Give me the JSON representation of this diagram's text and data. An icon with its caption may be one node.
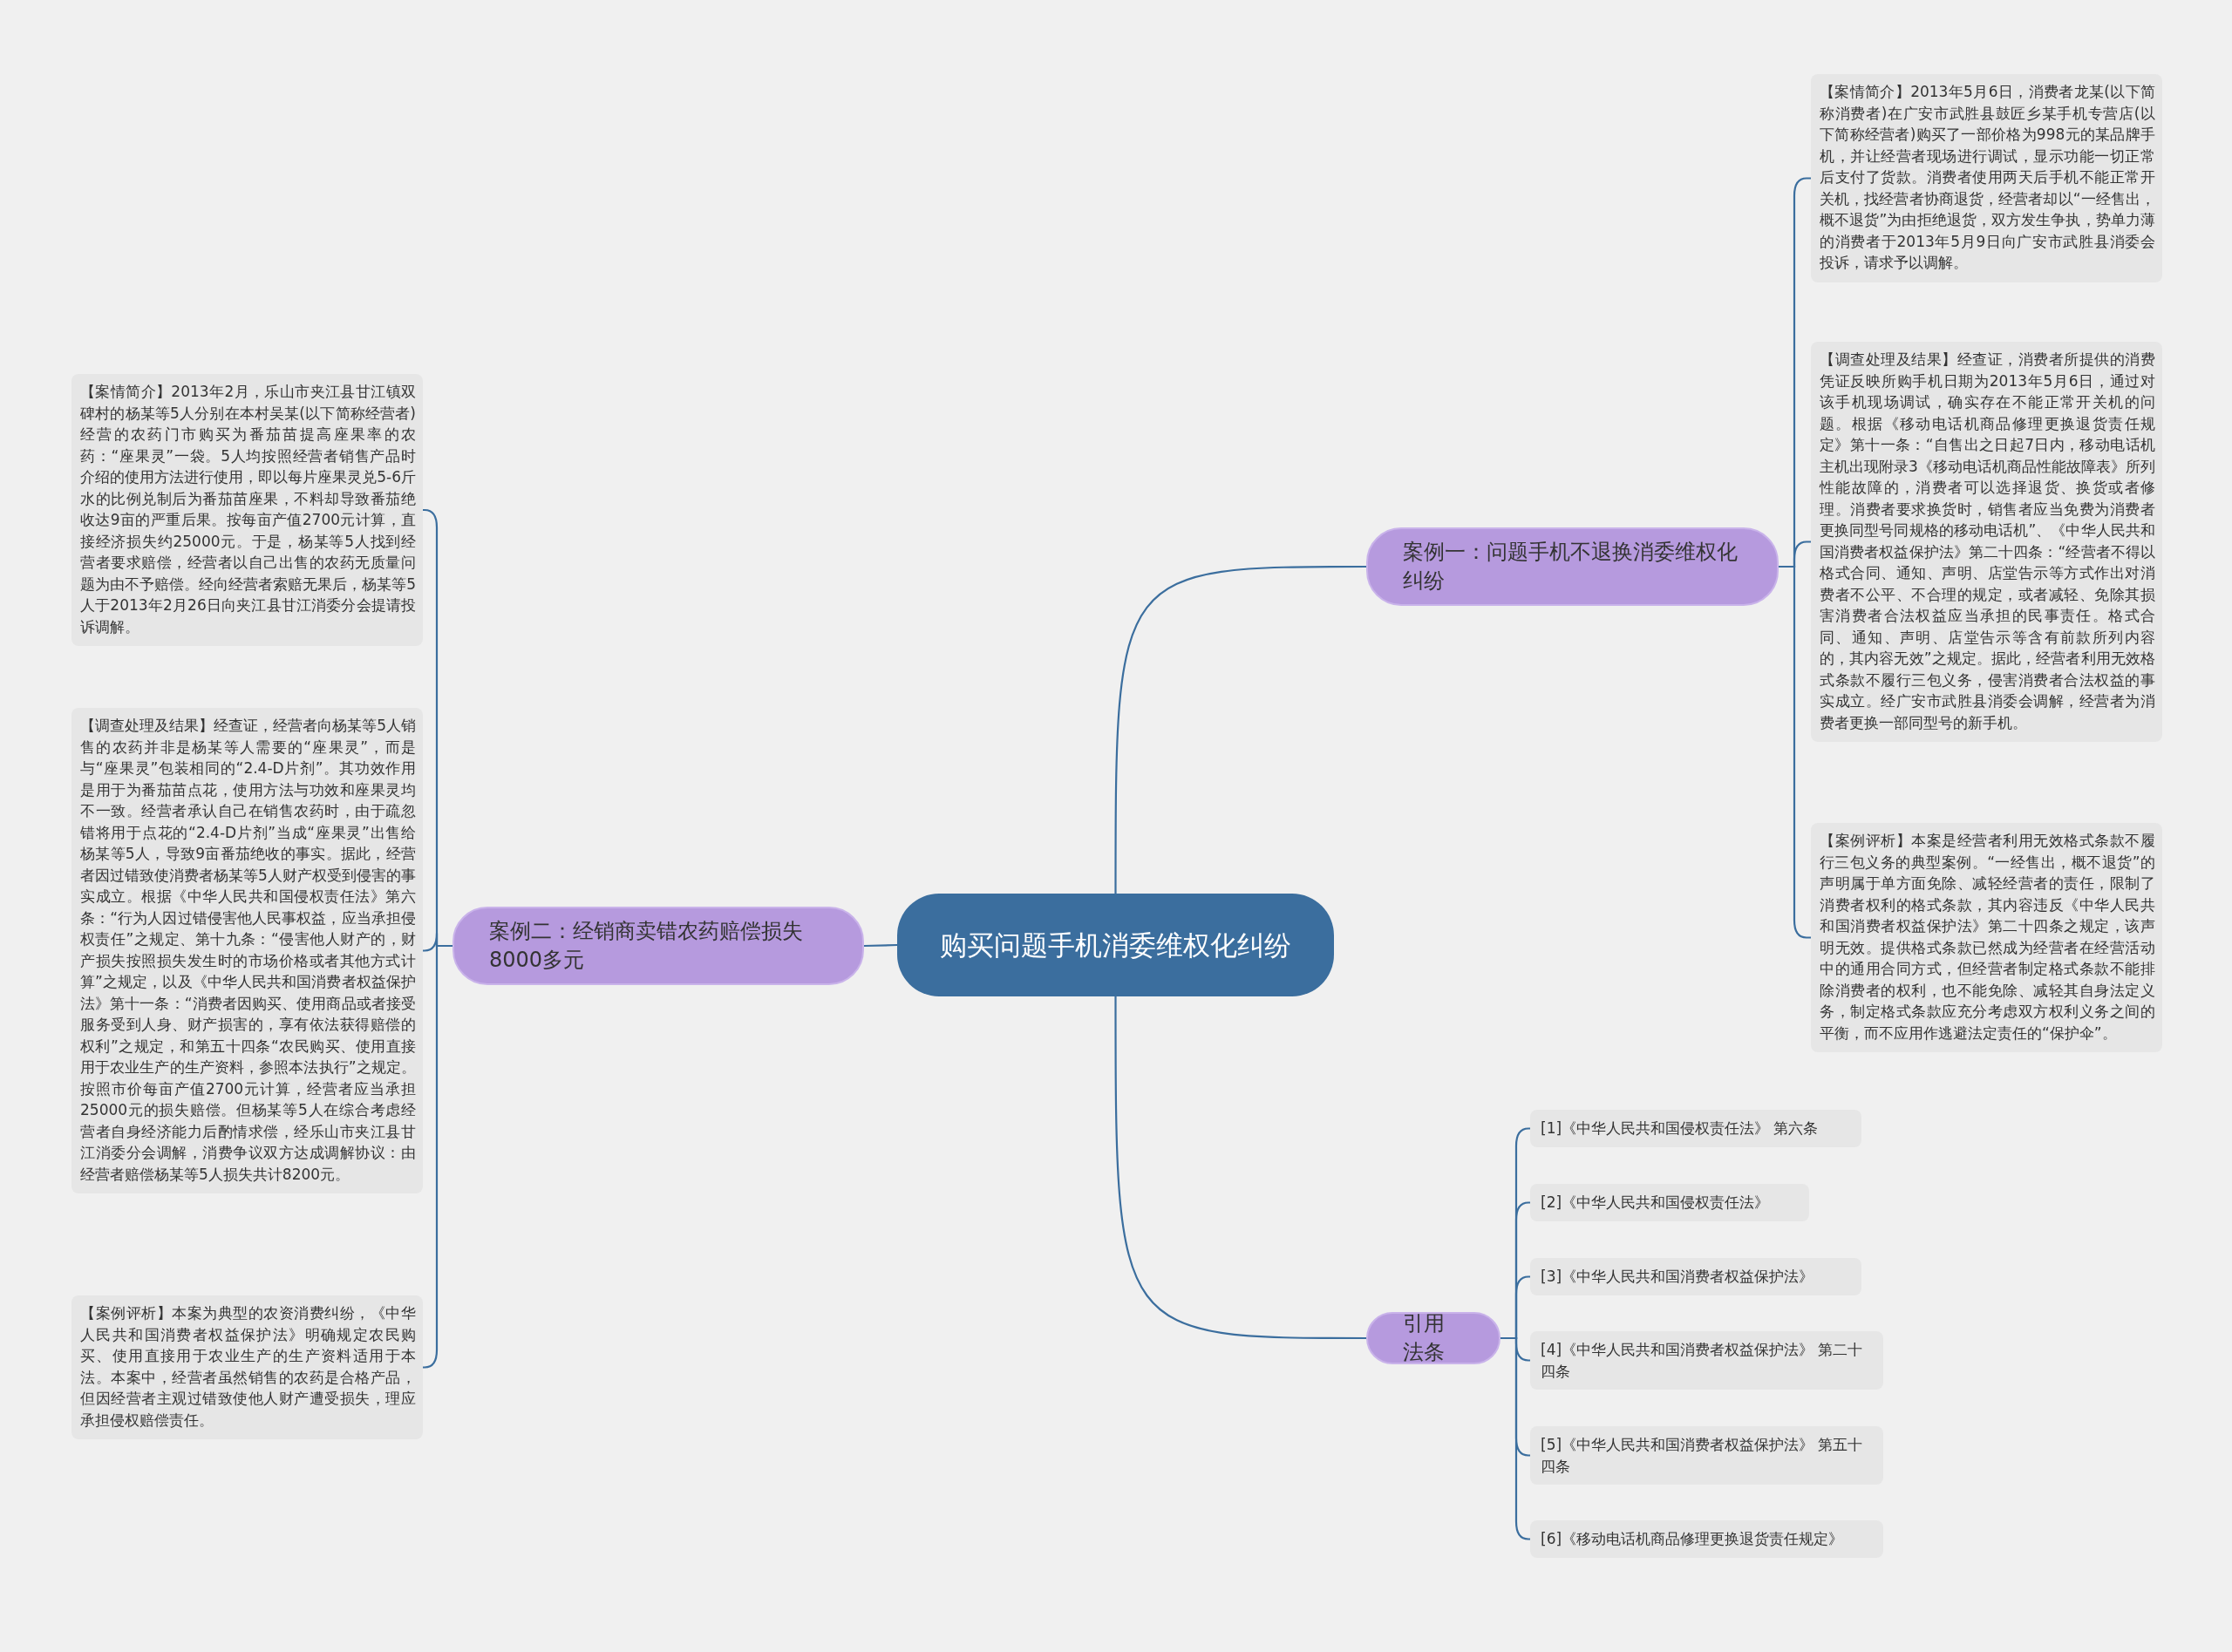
{
  "diagram": {
    "nodes": [
      {
        "text": [
          "购买问题手机消委维权化纠纷"
        ]
      },
      {
        "text": [
          "案例一：问题手机不退换消委维权化纠纷"
        ]
      },
      {
        "text": [
          "【案情简介】2013年5月6日，消费者龙某(以下简称消费者)在广安市武胜县鼓匠乡某手机专营店(以下简称经营者)购买了一部价格为998元的某品牌手机，并让经营者现场进行调试，显示功能一切正常后支付了货款。消费者使用两天后手机不能正常开关机，找经营者协商退货，经营者却以“一经售出，概不退货”为由拒绝退货，双方发生争执，势单力薄的消费者于2013年5月9日向广安市武胜县消委会投诉，请求予以调解。"
        ]
      },
      {
        "text": [
          "【调查处理及结果】经查证，消费者所提供的消费凭证反映所购手机日期为2013年5月6日，通过对该手机现场调试，确实存在不能正常开关机的问题。根据《移动电话机商品修理更换退货责任规定》第十一条：“自售出之日起7日内，移动电话机主机出现附录3《移动电话机商品性能故障表》所列性能故障的，消费者可以选择退货、换货或者修理。消费者要求换货时，销售者应当免费为消费者更换同型号同规格的移动电话机”、《中华人民共和国消费者权益保护法》第二十四条：“经营者不得以格式合同、通知、声明、店堂告示等方式作出对消费者不公平、不合理的规定，或者减轻、免除其损害消费者合法权益应当承担的民事责任。格式合同、通知、声明、店堂告示等含有前款所列内容的，其内容无效”之规定。据此，经营者利用无效格式条款不履行三包义务，侵害消费者合法权益的事实成立。经广安市武胜县消委会调解，经营者为消费者更换一部同型号的新手机。"
        ]
      },
      {
        "text": [
          "【案例评析】本案是经营者利用无效格式条款不履行三包义务的典型案例。“一经售出，概不退货”的声明属于单方面免除、减轻经营者的责任，限制了消费者权利的格式条款，其内容违反《中华人民共和国消费者权益保护法》第二十四条之规定，该声明无效。提供格式条款已然成为经营者在经营活动中的通用合同方式，但经营者制定格式条款不能排除消费者的权利，也不能免除、减轻其自身法定义务，制定格式条款应充分考虑双方权利义务之间的平衡，而不应用作逃避法定责任的“保护伞”。"
        ]
      },
      {
        "text": [
          "案例二：经销商卖错农药赔偿损失8000多元"
        ]
      },
      {
        "text": [
          "【案情简介】2013年2月，乐山市夹江县甘江镇双碑村的杨某等5人分别在本村吴某(以下简称经营者)经营的农药门市购买为番茄苗提高座果率的农药：“座果灵”一袋。5人均按照经营者销售产品时介绍的使用方法进行使用，即以每片座果灵兑5-6斤水的比例兑制后为番茄苗座果，不料却导致番茄绝收达9亩的严重后果。按每亩产值2700元计算，直接经济损失约25000元。于是，杨某等5人找到经营者要求赔偿，经营者以自己出售的农药无质量问题为由不予赔偿。经向经营者索赔无果后，杨某等5人于2013年2月26日向夹江县甘江消委分会提请投诉调解。"
        ]
      },
      {
        "text": [
          "【调查处理及结果】经查证，经营者向杨某等5人销售的农药并非是杨某等人需要的“座果灵”，而是与“座果灵”包装相同的“2.4-D片剂”。其功效作用是用于为番茄苗点花，使用方法与功效和座果灵均不一致。经营者承认自己在销售农药时，由于疏忽错将用于点花的“2.4-D片剂”当成“座果灵”出售给杨某等5人，导致9亩番茄绝收的事实。据此，经营者因过错致使消费者杨某等5人财产权受到侵害的事实成立。根据《中华人民共和国侵权责任法》第六条：“行为人因过错侵害他人民事权益，应当承担侵权责任”之规定、第十九条：“侵害他人财产的，财产损失按照损失发生时的市场价格或者其他方式计算”之规定，以及《中华人民共和国消费者权益保护法》第十一条：“消费者因购买、使用商品或者接受服务受到人身、财产损害的，享有依法获得赔偿的权利”之规定，和第五十四条“农民购买、使用直接用于农业生产的生产资料，参照本法执行”之规定。按照市价每亩产值2700元计算，经营者应当承担25000元的损失赔偿。但杨某等5人在综合考虑经营者自身经济能力后酌情求偿，经乐山市夹江县甘江消委分会调解，消费争议双方达成调解协议：由经营者赔偿杨某等5人损失共计8200元。"
        ]
      },
      {
        "text": [
          "【案例评析】本案为典型的农资消费纠纷，《中华人民共和国消费者权益保护法》明确规定农民购买、使用直接用于农业生产的生产资料适用于本法。本案中，经营者虽然销售的农药是合格产品，但因经营者主观过错致使他人财产遭受损失，理应承担侵权赔偿责任。"
        ]
      },
      {
        "text": [
          "引用法条"
        ]
      },
      {
        "text": [
          "[1]《中华人民共和国侵权责任法》 第六条"
        ]
      },
      {
        "text": [
          "[2]《中华人民共和国侵权责任法》"
        ]
      },
      {
        "text": [
          "[3]《中华人民共和国消费者权益保护法》"
        ]
      },
      {
        "text": [
          "[4]《中华人民共和国消费者权益保护法》 第二十四条"
        ]
      },
      {
        "text": [
          "[5]《中华人民共和国消费者权益保护法》 第五十四条"
        ]
      },
      {
        "text": [
          "[6]《移动电话机商品修理更换退货责任规定》"
        ]
      }
    ],
    "edges": [
      {
        "from": 0,
        "to": 1,
        "arrow": "none"
      },
      {
        "from": 1,
        "to": 2,
        "arrow": "none"
      },
      {
        "from": 1,
        "to": 3,
        "arrow": "none"
      },
      {
        "from": 1,
        "to": 4,
        "arrow": "none"
      },
      {
        "from": 0,
        "to": 5,
        "arrow": "none"
      },
      {
        "from": 5,
        "to": 6,
        "arrow": "none"
      },
      {
        "from": 5,
        "to": 7,
        "arrow": "none"
      },
      {
        "from": 5,
        "to": 8,
        "arrow": "none"
      },
      {
        "from": 0,
        "to": 9,
        "arrow": "none"
      },
      {
        "from": 9,
        "to": 10,
        "arrow": "none"
      },
      {
        "from": 9,
        "to": 11,
        "arrow": "none"
      },
      {
        "from": 9,
        "to": 12,
        "arrow": "none"
      },
      {
        "from": 9,
        "to": 13,
        "arrow": "none"
      },
      {
        "from": 9,
        "to": 14,
        "arrow": "none"
      },
      {
        "from": 9,
        "to": 15,
        "arrow": "none"
      }
    ]
  }
}
